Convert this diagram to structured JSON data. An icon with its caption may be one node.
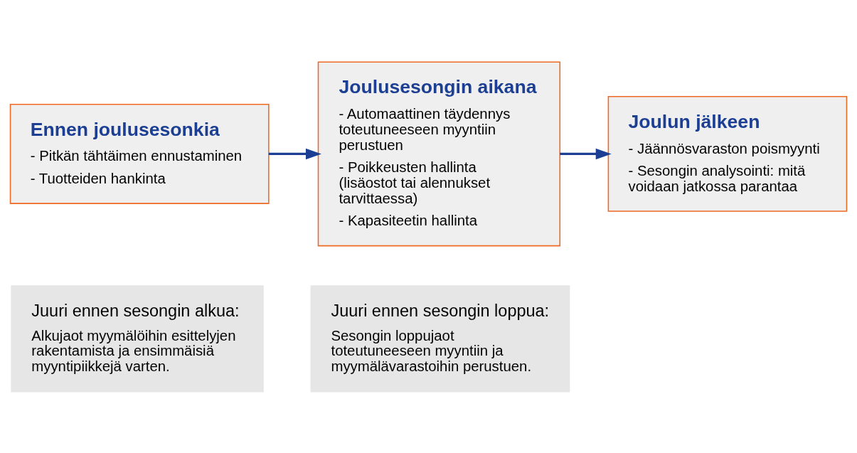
{
  "diagram": {
    "nodes": [
      {
        "text": [
          "Ennen joulusesonkia",
          "- Pitkän tähtäimen ennustaminen",
          "- Tuotteiden hankinta"
        ]
      },
      {
        "text": [
          "Joulusesongin aikana",
          "- Automaattinen täydennys toteutuneeseen myyntiin perustuen",
          "- Poikkeusten hallinta (lisäostot tai alennukset tarvittaessa)",
          "- Kapasiteetin hallinta"
        ]
      },
      {
        "text": [
          "Joulun jälkeen",
          "- Jäännösvaraston poismyynti",
          "- Sesongin analysointi: mitä voidaan jatkossa parantaa"
        ]
      },
      {
        "text": [
          "Juuri ennen sesongin alkua:",
          "Alkujaot myymälöihin esittelyjen rakentamista ja ensimmäisiä myyntipiikkejä varten."
        ]
      },
      {
        "text": [
          "Juuri ennen sesongin loppua:",
          "Sesongin loppujaot toteutuneeseen myyntiin ja myymälävarastoihin perustuen."
        ]
      }
    ],
    "edges": [
      {
        "from": 0,
        "to": 1,
        "arrow": "to"
      },
      {
        "from": 1,
        "to": 2,
        "arrow": "to"
      }
    ]
  }
}
